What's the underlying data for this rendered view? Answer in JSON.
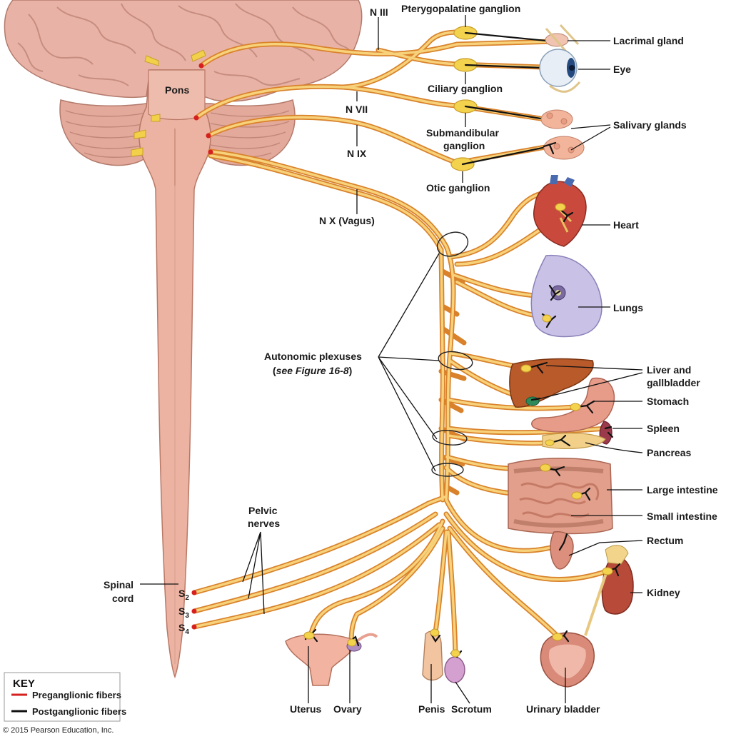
{
  "labels": {
    "pterygopalatine": "Pterygopalatine ganglion",
    "n3": "N III",
    "lacrimal": "Lacrimal gland",
    "eye": "Eye",
    "pons": "Pons",
    "ciliary": "Ciliary ganglion",
    "n7": "N VII",
    "submandibular_1": "Submandibular",
    "submandibular_2": "ganglion",
    "salivary": "Salivary glands",
    "n9": "N IX",
    "otic": "Otic ganglion",
    "n10": "N X (Vagus)",
    "heart": "Heart",
    "lungs": "Lungs",
    "autonomic_1": "Autonomic plexuses",
    "autonomic_2_open": "(",
    "autonomic_2_italic": "see Figure 16-8",
    "autonomic_2_close": ")",
    "liver_1": "Liver and",
    "liver_2": "gallbladder",
    "stomach": "Stomach",
    "spleen": "Spleen",
    "pancreas": "Pancreas",
    "large_intestine": "Large intestine",
    "small_intestine": "Small intestine",
    "rectum": "Rectum",
    "kidney": "Kidney",
    "pelvic_1": "Pelvic",
    "pelvic_2": "nerves",
    "spinal_1": "Spinal",
    "spinal_2": "cord",
    "s2": "S",
    "s2_sub": "2",
    "s3": "S",
    "s3_sub": "3",
    "s4": "S",
    "s4_sub": "4",
    "uterus": "Uterus",
    "ovary": "Ovary",
    "penis": "Penis",
    "scrotum": "Scrotum",
    "urinary_bladder": "Urinary bladder"
  },
  "key": {
    "title": "KEY",
    "pre": "Preganglionic fibers",
    "post": "Postganglionic fibers",
    "pre_color": "#d62020",
    "post_color": "#111111"
  },
  "copyright": "© 2015 Pearson Education, Inc."
}
